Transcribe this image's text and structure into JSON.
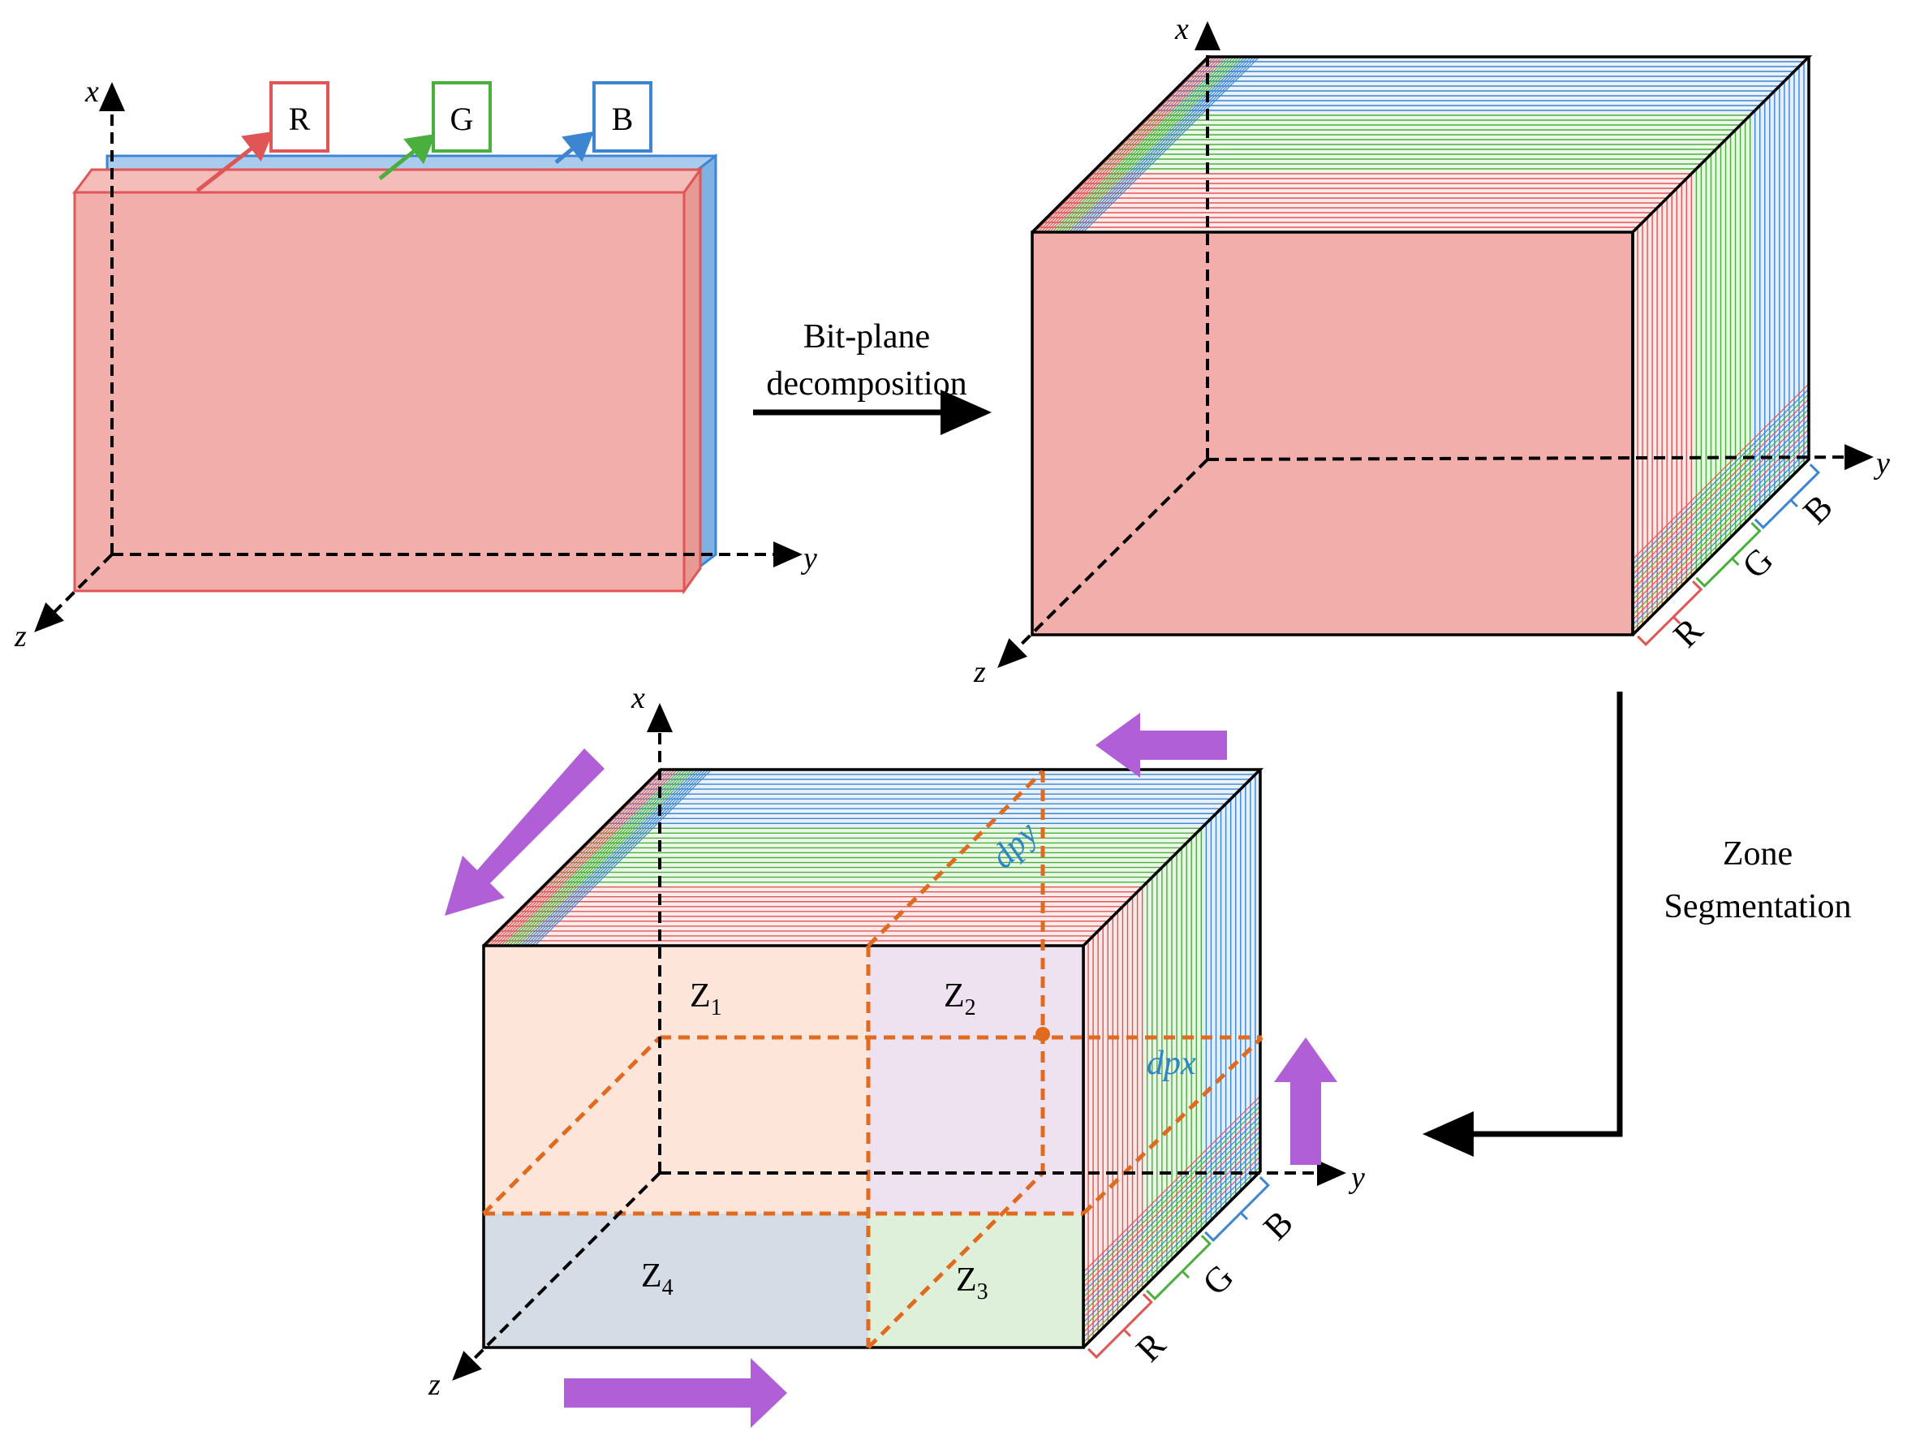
{
  "colors": {
    "red": "#e05555",
    "red_fill": "#f2aeaa",
    "green": "#4aaf3c",
    "green_fill": "#b8e0a8",
    "blue": "#3d85d0",
    "blue_fill": "#a9cbee",
    "orange_dash": "#e06a1e",
    "purple_arrow": "#b15fd6",
    "dp_label": "#2f86c4",
    "zone1": "#fde4d6",
    "zone2": "#eee0ef",
    "zone3": "#dff0da",
    "zone4": "#d5dce6",
    "black": "#000000"
  },
  "panel_a": {
    "axis_x": "x",
    "axis_y": "y",
    "axis_z": "z",
    "channel_r": "R",
    "channel_g": "G",
    "channel_b": "B"
  },
  "step1": {
    "line1": "Bit-plane",
    "line2": "decomposition"
  },
  "panel_b": {
    "axis_x": "x",
    "axis_y": "y",
    "axis_z": "z",
    "brace_r": "R",
    "brace_g": "G",
    "brace_b": "B"
  },
  "step2": {
    "line1": "Zone",
    "line2": "Segmentation"
  },
  "panel_c": {
    "axis_x": "x",
    "axis_y": "y",
    "axis_z": "z",
    "brace_r": "R",
    "brace_g": "G",
    "brace_b": "B",
    "zones": [
      {
        "base": "Z",
        "sub": "1"
      },
      {
        "base": "Z",
        "sub": "2"
      },
      {
        "base": "Z",
        "sub": "3"
      },
      {
        "base": "Z",
        "sub": "4"
      }
    ],
    "dpy": "dpy",
    "dpx": "dpx",
    "arrow_icons": [
      "arrow-left-icon",
      "arrow-down-left-icon",
      "arrow-up-icon",
      "arrow-right-icon"
    ]
  }
}
